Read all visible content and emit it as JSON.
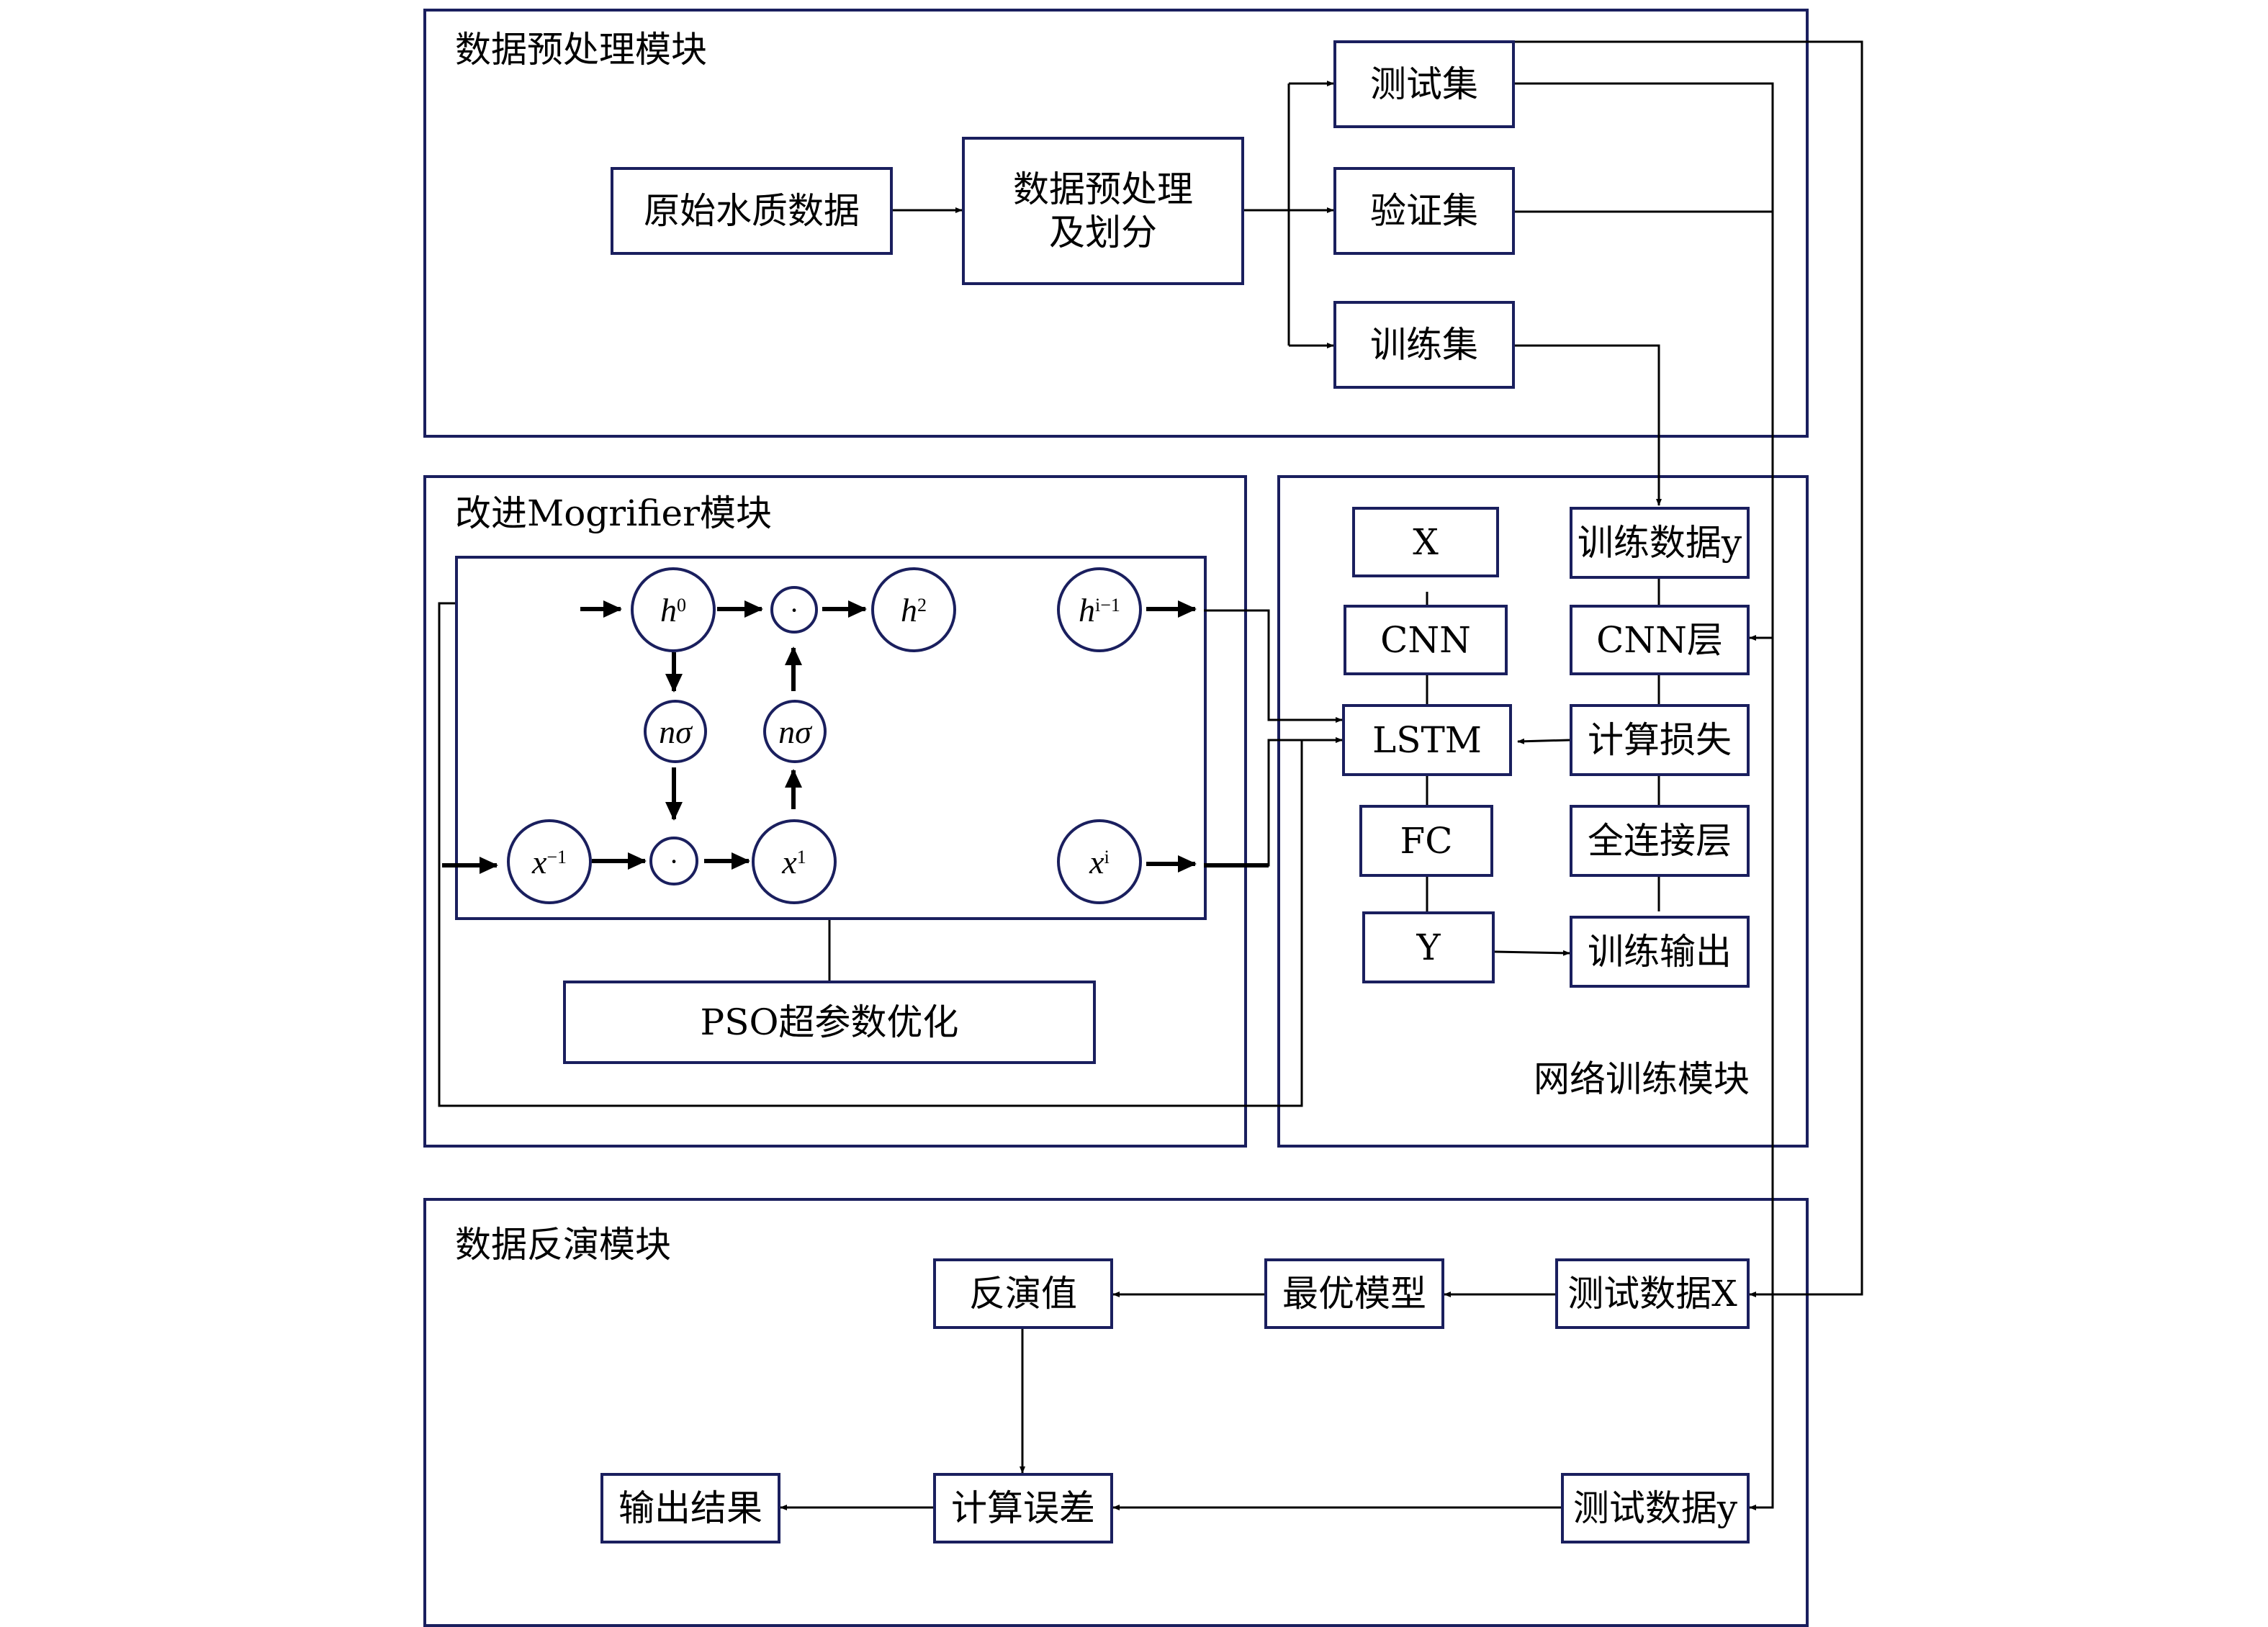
{
  "modules": {
    "preprocess": "数据预处理模块",
    "mogrifier": "改进Mogrifier模块",
    "training": "网络训练模块",
    "inversion": "数据反演模块"
  },
  "preprocess": {
    "raw_data": "原始水质数据",
    "process_line1": "数据预处理",
    "process_line2": "及划分",
    "test_set": "测试集",
    "val_set": "验证集",
    "train_set": "训练集"
  },
  "mogrifier": {
    "h0": "h",
    "h0_sup": "0",
    "dot1": "·",
    "h2": "h",
    "h2_sup": "2",
    "hi": "h",
    "hi_sup": "i−1",
    "nsigma1": "nσ",
    "nsigma2": "nσ",
    "xm1": "x",
    "xm1_sup": "−1",
    "dot2": "·",
    "x1": "x",
    "x1_sup": "1",
    "xi": "x",
    "xi_sup": "i",
    "pso": "PSO超参数优化"
  },
  "training": {
    "x": "X",
    "cnn": "CNN",
    "lstm": "LSTM",
    "fc": "FC",
    "y": "Y",
    "train_y": "训练数据y",
    "cnn_layer": "CNN层",
    "loss": "计算损失",
    "fc_layer": "全连接层",
    "train_out": "训练输出"
  },
  "inversion": {
    "inverted": "反演值",
    "best_model": "最优模型",
    "test_x": "测试数据X",
    "output": "输出结果",
    "error": "计算误差",
    "test_y": "测试数据y"
  },
  "colors": {
    "border": "#1a1f5e",
    "line": "#000000"
  }
}
